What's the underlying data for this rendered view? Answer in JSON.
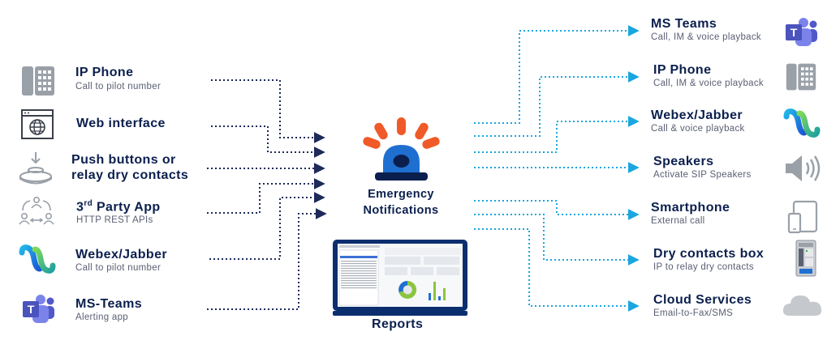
{
  "inputs": [
    {
      "title": "IP Phone",
      "subtitle": "Call to pilot number",
      "icon": "desk-phone-icon"
    },
    {
      "title": "Web interface",
      "subtitle": "",
      "icon": "browser-globe-icon"
    },
    {
      "title": "Push buttons or",
      "title2": "relay dry contacts",
      "subtitle": "",
      "icon": "push-button-icon"
    },
    {
      "title": "3",
      "sup": "rd",
      "title_rest": " Party App",
      "subtitle": "HTTP REST APIs",
      "icon": "network-users-icon"
    },
    {
      "title": "Webex/Jabber",
      "subtitle": "Call to pilot number",
      "icon": "webex-icon"
    },
    {
      "title": "MS-Teams",
      "subtitle": "Alerting app",
      "icon": "teams-icon"
    }
  ],
  "center": {
    "line1": "Emergency",
    "line2": "Notifications",
    "icon": "emergency-beacon-icon",
    "reports_label": "Reports",
    "reports_icon": "reports-monitor-icon"
  },
  "outputs": [
    {
      "title": "MS Teams",
      "subtitle": "Call, IM & voice playback",
      "icon": "teams-icon"
    },
    {
      "title": "IP Phone",
      "subtitle": "Call, IM & voice playback",
      "icon": "desk-phone-icon"
    },
    {
      "title": "Webex/Jabber",
      "subtitle": "Call & voice playback",
      "icon": "webex-icon"
    },
    {
      "title": "Speakers",
      "subtitle": "Activate SIP Speakers",
      "icon": "speaker-icon"
    },
    {
      "title": "Smartphone",
      "subtitle": "External call",
      "icon": "smartphone-tablet-icon"
    },
    {
      "title": "Dry contacts box",
      "subtitle": "IP to relay dry contacts",
      "icon": "relay-box-icon"
    },
    {
      "title": "Cloud Services",
      "subtitle": "Email-to-Fax/SMS",
      "icon": "cloud-icon"
    }
  ],
  "colors": {
    "navy": "#0b1f4e",
    "input_arrow": "#1d2a5a",
    "output_arrow": "#1aa6df",
    "beacon_orange": "#f05a28",
    "beacon_blue": "#1f6fd1",
    "teams_purple": "#5059c9",
    "icon_gray": "#9aa0a8"
  }
}
